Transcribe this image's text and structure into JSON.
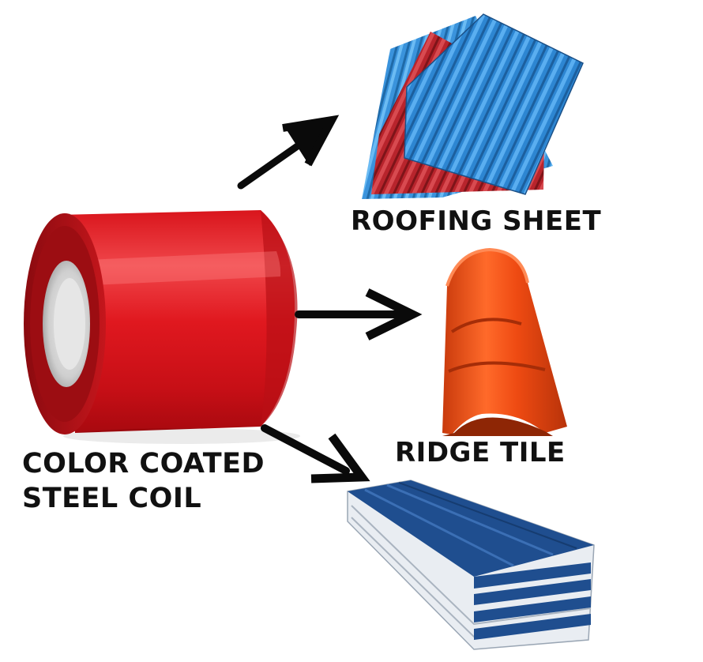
{
  "labels": {
    "source": [
      "COLOR COATED",
      "STEEL COIL"
    ],
    "products": [
      "ROOFING SHEET",
      "RIDGE TILE"
    ]
  },
  "colors": {
    "coil_red": "#e11f25",
    "roof_blue": "#2d86d2",
    "roof_red": "#b8242c",
    "tile_orange": "#ee4a12",
    "panel_blue": "#1f4e8f",
    "panel_white": "#e9edf2",
    "arrow": "#0a0a0a"
  },
  "icons": [
    "steel-coil-image",
    "roofing-sheet-image",
    "ridge-tile-image",
    "sandwich-panel-image",
    "arrow-icon"
  ]
}
